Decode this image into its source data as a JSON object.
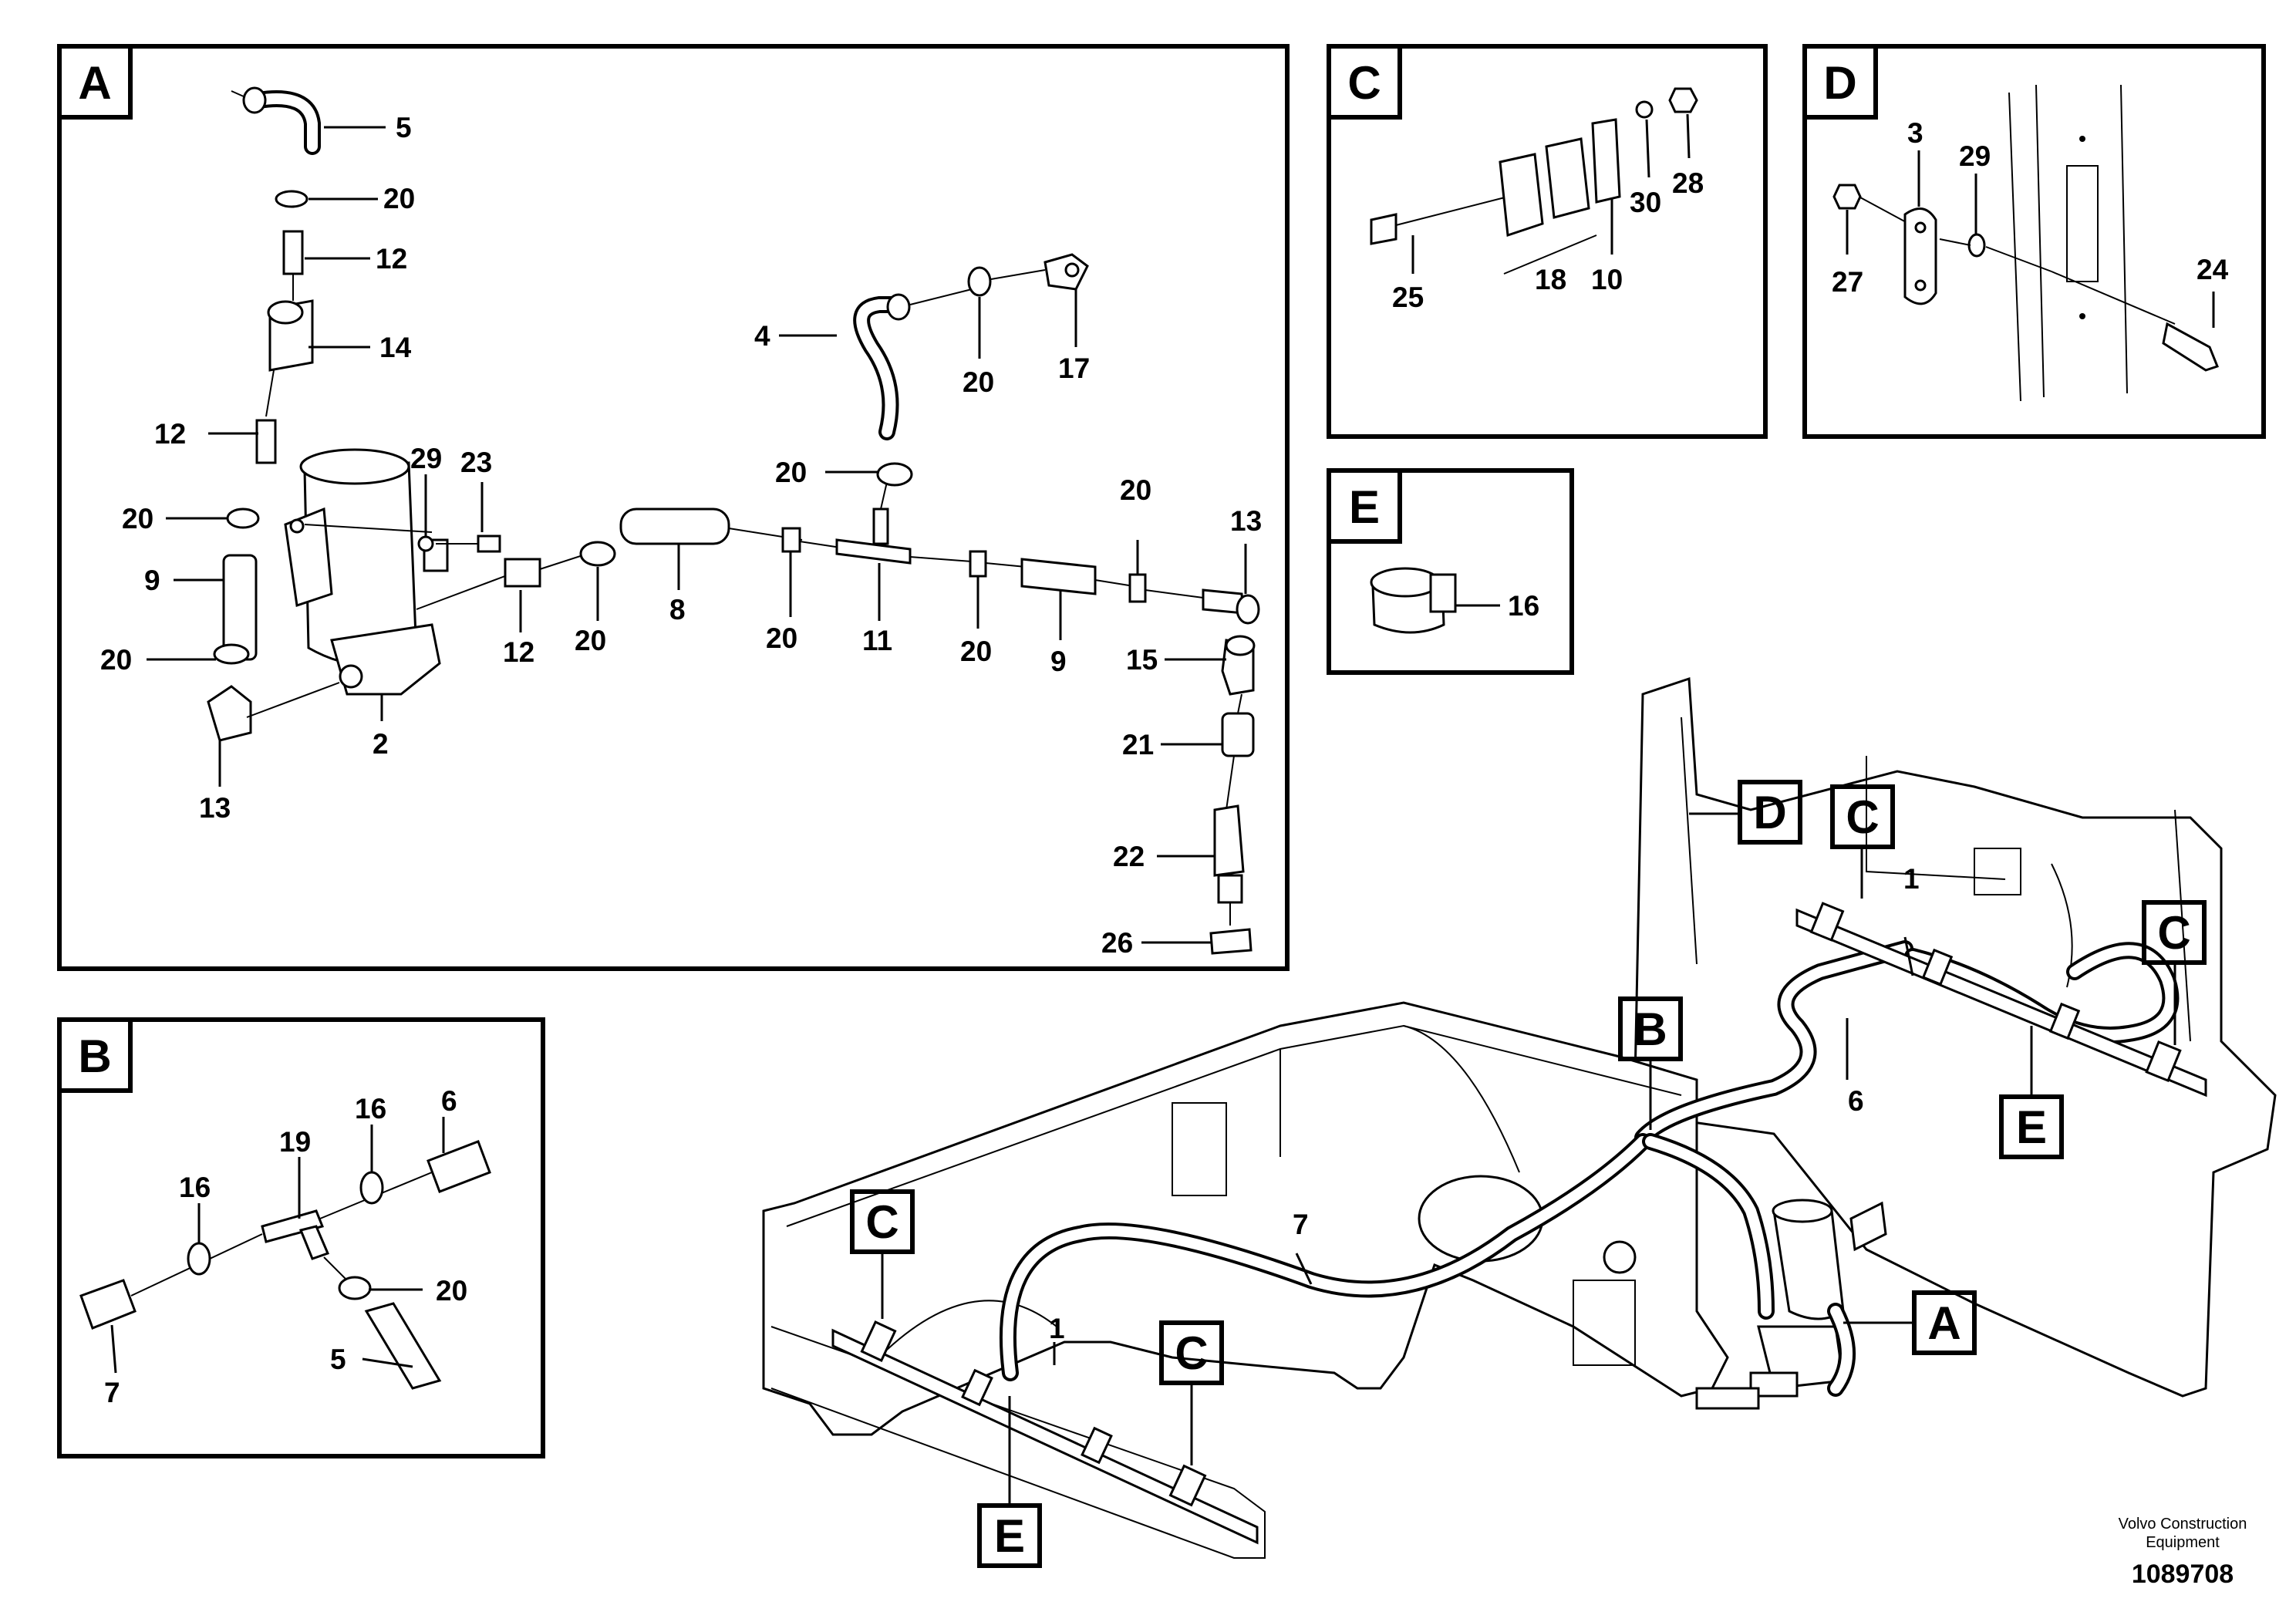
{
  "panels": {
    "A": "A",
    "B": "B",
    "C": "C",
    "D": "D",
    "E": "E"
  },
  "panel_a_labels": {
    "p5": "5",
    "p20a": "20",
    "p12a": "12",
    "p14": "14",
    "p12b": "12",
    "p20b": "20",
    "p9a": "9",
    "p20c": "20",
    "p13a": "13",
    "p2": "2",
    "p29": "29",
    "p23": "23",
    "p12c": "12",
    "p20d": "20",
    "p8": "8",
    "p4": "4",
    "p20e": "20",
    "p17": "17",
    "p20f": "20",
    "p20g": "20",
    "p11": "11",
    "p20h": "20",
    "p9b": "9",
    "p20i": "20",
    "p13b": "13",
    "p15": "15",
    "p21": "21",
    "p22": "22",
    "p26": "26"
  },
  "panel_b_labels": {
    "p6": "6",
    "p16a": "16",
    "p19": "19",
    "p16b": "16",
    "p20": "20",
    "p7": "7",
    "p5": "5"
  },
  "panel_c_labels": {
    "p25": "25",
    "p18": "18",
    "p10": "10",
    "p30": "30",
    "p28": "28"
  },
  "panel_d_labels": {
    "p3": "3",
    "p29": "29",
    "p27": "27",
    "p24": "24"
  },
  "panel_e_labels": {
    "p16": "16"
  },
  "main_view": {
    "callouts": {
      "d": "D",
      "c_top": "C",
      "c_right": "C",
      "b": "B",
      "e_right": "E",
      "a": "A",
      "c_left": "C",
      "c_mid": "C",
      "e_left": "E"
    },
    "labels": {
      "p1_top": "1",
      "p6": "6",
      "p7": "7",
      "p1_bottom": "1"
    }
  },
  "footer": {
    "company_line1": "Volvo Construction",
    "company_line2": "Equipment",
    "drawing_number": "1089708"
  }
}
